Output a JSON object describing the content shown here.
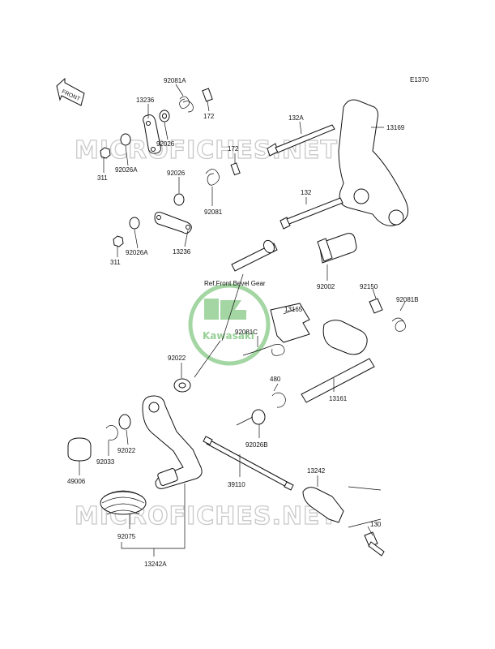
{
  "diagram": {
    "code": "E1370",
    "front_label": "FRONT",
    "watermark_text": "MICROFICHES.NET",
    "center_logo_text": "Kawasaki",
    "reference_note": "Ref.Front Bevel Gear",
    "colors": {
      "line": "#111111",
      "watermark": "#c9c9c9",
      "logo_green": "#7cc47c"
    },
    "parts": [
      {
        "id": "p1",
        "label": "92081A"
      },
      {
        "id": "p2",
        "label": "13236"
      },
      {
        "id": "p3",
        "label": "172"
      },
      {
        "id": "p4",
        "label": "311"
      },
      {
        "id": "p5",
        "label": "92026A"
      },
      {
        "id": "p6",
        "label": "92026"
      },
      {
        "id": "p7",
        "label": "172"
      },
      {
        "id": "p8",
        "label": "92026"
      },
      {
        "id": "p9",
        "label": "92081"
      },
      {
        "id": "p10",
        "label": "311"
      },
      {
        "id": "p11",
        "label": "92026A"
      },
      {
        "id": "p12",
        "label": "13236"
      },
      {
        "id": "p13",
        "label": "132A"
      },
      {
        "id": "p14",
        "label": "13169"
      },
      {
        "id": "p15",
        "label": "132"
      },
      {
        "id": "p16",
        "label": "92002"
      },
      {
        "id": "p17",
        "label": "92150"
      },
      {
        "id": "p18",
        "label": "92081B"
      },
      {
        "id": "p19",
        "label": "13165"
      },
      {
        "id": "p20",
        "label": "92081C"
      },
      {
        "id": "p21",
        "label": "92022"
      },
      {
        "id": "p22",
        "label": "480"
      },
      {
        "id": "p23",
        "label": "13161"
      },
      {
        "id": "p24",
        "label": "92026B"
      },
      {
        "id": "p25",
        "label": "49006"
      },
      {
        "id": "p26",
        "label": "92033"
      },
      {
        "id": "p27",
        "label": "92022"
      },
      {
        "id": "p28",
        "label": "39110"
      },
      {
        "id": "p29",
        "label": "13242"
      },
      {
        "id": "p30",
        "label": "92075"
      },
      {
        "id": "p31",
        "label": "130"
      },
      {
        "id": "p32",
        "label": "13242A"
      }
    ]
  }
}
